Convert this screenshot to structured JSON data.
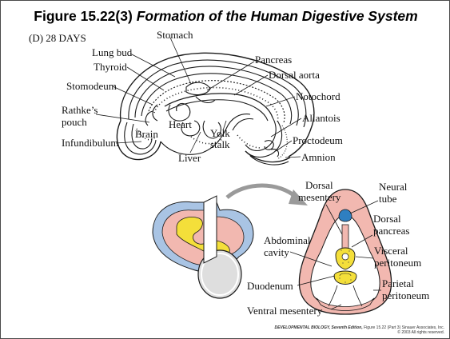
{
  "figure": {
    "title_prefix": "Figure 15.22(3)",
    "title_italic": "Formation of the Human Digestive System"
  },
  "panel": {
    "label": "(D)  28 DAYS"
  },
  "upper_labels": {
    "stomach": "Stomach",
    "lung_bud": "Lung bud",
    "thyroid": "Thyroid",
    "stomodeum": "Stomodeum",
    "rathkes_1": "Rathke’s",
    "rathkes_2": "pouch",
    "infundibulum": "Infundibulum",
    "brain": "Brain",
    "heart": "Heart",
    "liver": "Liver",
    "yolk_1": "Yolk",
    "yolk_2": "stalk",
    "pancreas": "Pancreas",
    "dorsal_aorta": "Dorsal aorta",
    "notochord": "Notochord",
    "allantois": "Allantois",
    "proctodeum": "Proctodeum",
    "amnion": "Amnion"
  },
  "lower_labels": {
    "dorsal_mesentery_1": "Dorsal",
    "dorsal_mesentery_2": "mesentery",
    "neural_tube_1": "Neural",
    "neural_tube_2": "tube",
    "dorsal_pancreas_1": "Dorsal",
    "dorsal_pancreas_2": "pancreas",
    "abdominal_1": "Abdominal",
    "abdominal_2": "cavity",
    "visceral_1": "Visceral",
    "visceral_2": "peritoneum",
    "duodenum": "Duodenum",
    "parietal_1": "Parietal",
    "parietal_2": "peritoneum",
    "ventral_mesentery": "Ventral mesentery"
  },
  "credit": {
    "line1_italic": "DEVELOPMENTAL BIOLOGY, Seventh Edition,",
    "line1_rest": " Figure 15.22 (Part 3)  Sinauer Associates, Inc.",
    "line2": "© 2003 All rights reserved."
  },
  "colors": {
    "ectoderm_blue": "#a9c4e4",
    "mesoderm_pink": "#f2b8b0",
    "endoderm_yellow": "#f4df3a",
    "neural_tube_blue": "#2f7fc1",
    "yolk_gray": "#dedede",
    "arrow_gray": "#9a9a9a"
  }
}
